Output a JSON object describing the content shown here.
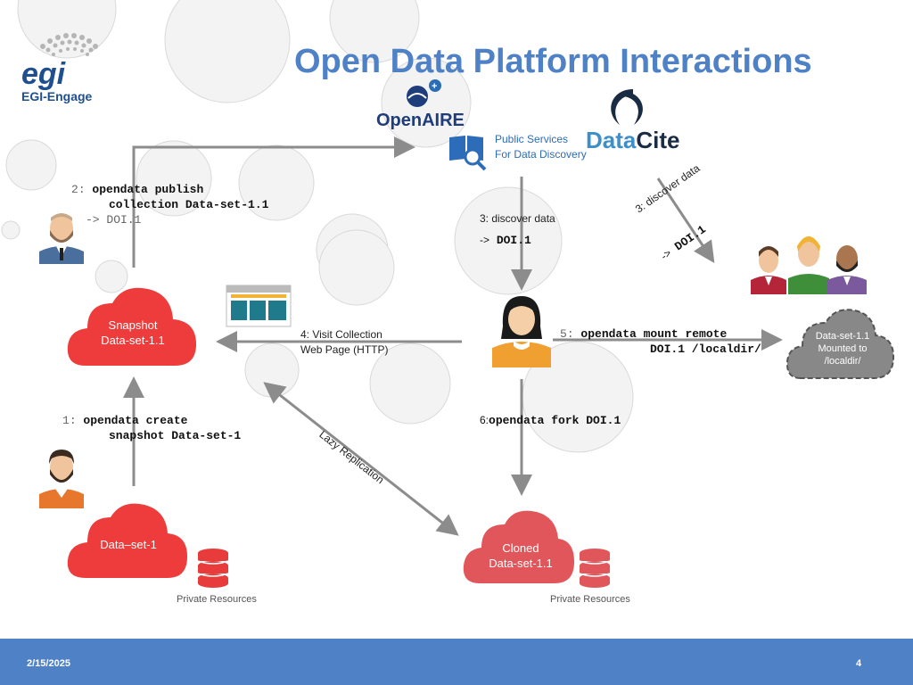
{
  "title": "Open Data Platform Interactions",
  "logo": {
    "mark": "egi",
    "caption": "EGI-Engage"
  },
  "brands": {
    "openaire": "OpenAIRE",
    "datacite_a": "Data",
    "datacite_b": "Cite"
  },
  "public_services": {
    "line1": "Public Services",
    "line2": "For Data Discovery"
  },
  "step2": {
    "num": "2",
    "cmd1": "opendata publish",
    "cmd2": "collection Data-set-1.1",
    "arrow": "->",
    "result": "DOI.1"
  },
  "step3a": {
    "label": "3: discover data",
    "arrow": "->",
    "doi": "DOI.1"
  },
  "step3b": {
    "label": "3: discover data",
    "arrow": "->",
    "doi": "DOI.1"
  },
  "step4": {
    "line1": "4: Visit Collection",
    "line2": "Web Page (HTTP)"
  },
  "step5": {
    "num": "5",
    "cmd1": "opendata mount remote",
    "cmd2": "DOI.1 /localdir/"
  },
  "step6": {
    "num": "6:",
    "cmd": "opendata fork DOI.1"
  },
  "step1": {
    "num": "1",
    "cmd1": "opendata create",
    "cmd2": "snapshot Data-set-1"
  },
  "clouds": {
    "snapshot": {
      "line1": "Snapshot",
      "line2": "Data-set-1.1"
    },
    "dataset": {
      "line1": "Data–set-1"
    },
    "cloned": {
      "line1": "Cloned",
      "line2": "Data-set-1.1"
    },
    "mounted": {
      "line1": "Data-set-1.1",
      "line2": "Mounted to",
      "line3": "/localdir/"
    }
  },
  "lazy": "Lazy Replication",
  "private1": "Private Resources",
  "private2": "Private Resources",
  "footer": {
    "date": "2/15/2025",
    "page": "4"
  },
  "colors": {
    "accent": "#4f81c7",
    "cloud_red": "#ee3b3b",
    "cloud_pink": "#e0565a",
    "cloud_grey": "#888888",
    "arrow": "#8c8c8c"
  }
}
